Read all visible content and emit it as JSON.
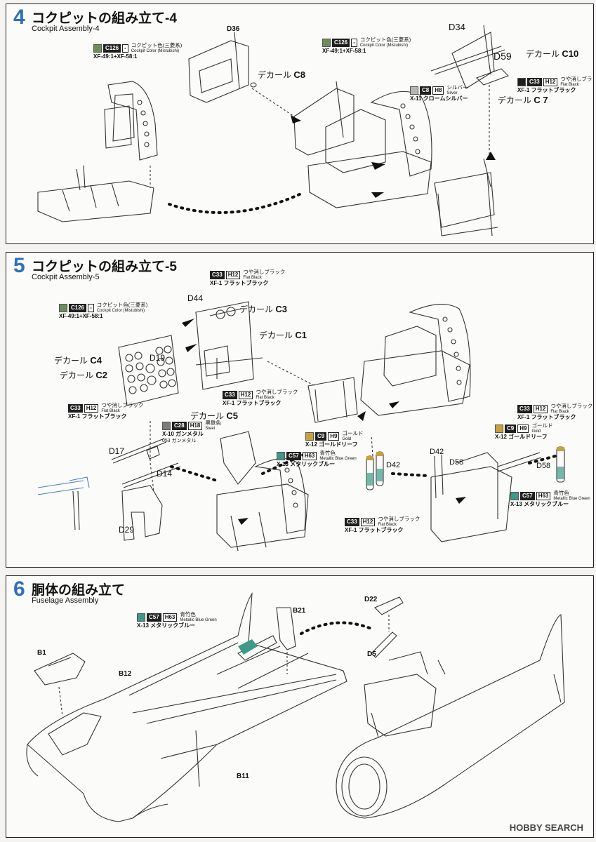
{
  "steps": [
    {
      "num": "4",
      "title": "コクピットの組み立て-4",
      "subtitle": "Cockpit Assembly-4"
    },
    {
      "num": "5",
      "title": "コクピットの組み立て-5",
      "subtitle": "Cockpit Assembly-5"
    },
    {
      "num": "6",
      "title": "胴体の組み立て",
      "subtitle": "Fuselage Assembly"
    }
  ],
  "colors": {
    "green_cockpit": "#6d8d5a",
    "gray_silver": "#b5b5b5",
    "steel": "#7c7c7c",
    "gold": "#c9a03a",
    "blue_green": "#3e9a88",
    "accent_blue": "#2e6fc0"
  },
  "paints": {
    "s4a": {
      "code": "C126",
      "h": "-",
      "jp": "コクピット色(三菱系)",
      "en": "Cockpit Color (Mistubishi)",
      "mix": "XF-49:1+XF-58:1"
    },
    "s4b": {
      "code": "C126",
      "h": "-",
      "jp": "コクピット色(三菱系)",
      "en": "Cockpit Color (Mistubishi)",
      "mix": "XF-49:1+XF-58:1"
    },
    "s4c": {
      "code": "C8",
      "h": "H8",
      "jp": "シルバー",
      "en": "Silver",
      "mix": "X-11 クロームシルバー"
    },
    "s4d": {
      "code": "C33",
      "h": "H12",
      "jp": "つや消しブラック",
      "en": "Flat Black",
      "mix": "XF-1 フラットブラック"
    },
    "s5a": {
      "code": "C33",
      "h": "H12",
      "jp": "つや消しブラック",
      "en": "Flat Black",
      "mix": "XF-1 フラットブラック"
    },
    "s5b": {
      "code": "C126",
      "h": "-",
      "jp": "コクピット色(三菱系)",
      "en": "Cockpit Color (Mistubishi)",
      "mix": "XF-49:1+XF-58:1"
    },
    "s5c": {
      "code": "C33",
      "h": "H12",
      "jp": "つや消しブラック",
      "en": "Flat Black",
      "mix": "XF-1 フラットブラック"
    },
    "s5d": {
      "code": "C33",
      "h": "H12",
      "jp": "つや消しブラック",
      "en": "Flat Black",
      "mix": "XF-1 フラットブラック"
    },
    "s5e": {
      "code": "C28",
      "h": "H18",
      "jp": "黒鉄色",
      "en": "Steel",
      "mix": "X-10 ガンメタル",
      "mix2": "053 ガンメタル"
    },
    "s5f": {
      "code": "C9",
      "h": "H9",
      "jp": "ゴールド",
      "en": "Gold",
      "mix": "X-12 ゴールドリーフ"
    },
    "s5g": {
      "code": "C57",
      "h": "H63",
      "jp": "青竹色",
      "en": "Metallic Blue Green",
      "mix": "X-13 メタリックブルー"
    },
    "s5h": {
      "code": "C33",
      "h": "H12",
      "jp": "つや消しブラック",
      "en": "Flat Black",
      "mix": "XF-1 フラットブラック"
    },
    "s5i": {
      "code": "C33",
      "h": "H12",
      "jp": "つや消しブラック",
      "en": "Flat Black",
      "mix": "XF-1 フラットブラック"
    },
    "s5j": {
      "code": "C9",
      "h": "H9",
      "jp": "ゴールド",
      "en": "Gold",
      "mix": "X-12 ゴールドリーフ"
    },
    "s5k": {
      "code": "C57",
      "h": "H63",
      "jp": "青竹色",
      "en": "Metallic Blue Green",
      "mix": "X-13 メタリックブルー"
    },
    "s6a": {
      "code": "C57",
      "h": "H63",
      "jp": "青竹色",
      "en": "Metallic Blue Green",
      "mix": "X-13 メタリックブルー"
    }
  },
  "decal_word": "デカール",
  "decals": {
    "c8": "C8",
    "c10": "C10",
    "c7": "C 7",
    "c3": "C3",
    "c1": "C1",
    "c4": "C4",
    "c2": "C2",
    "c5": "C5"
  },
  "parts": {
    "d36": "D36",
    "d34": "D34",
    "d59": "D59",
    "d44": "D44",
    "d19": "D19",
    "d17": "D17",
    "d14": "D14",
    "d29": "D29",
    "d42a": "D42",
    "d42b": "D42",
    "d58a": "D58",
    "d58b": "D58",
    "b1": "B1",
    "b12": "B12",
    "b21": "B21",
    "d22": "D22",
    "d5": "D5",
    "b11": "B11"
  },
  "watermark": "HOBBY SEARCH"
}
